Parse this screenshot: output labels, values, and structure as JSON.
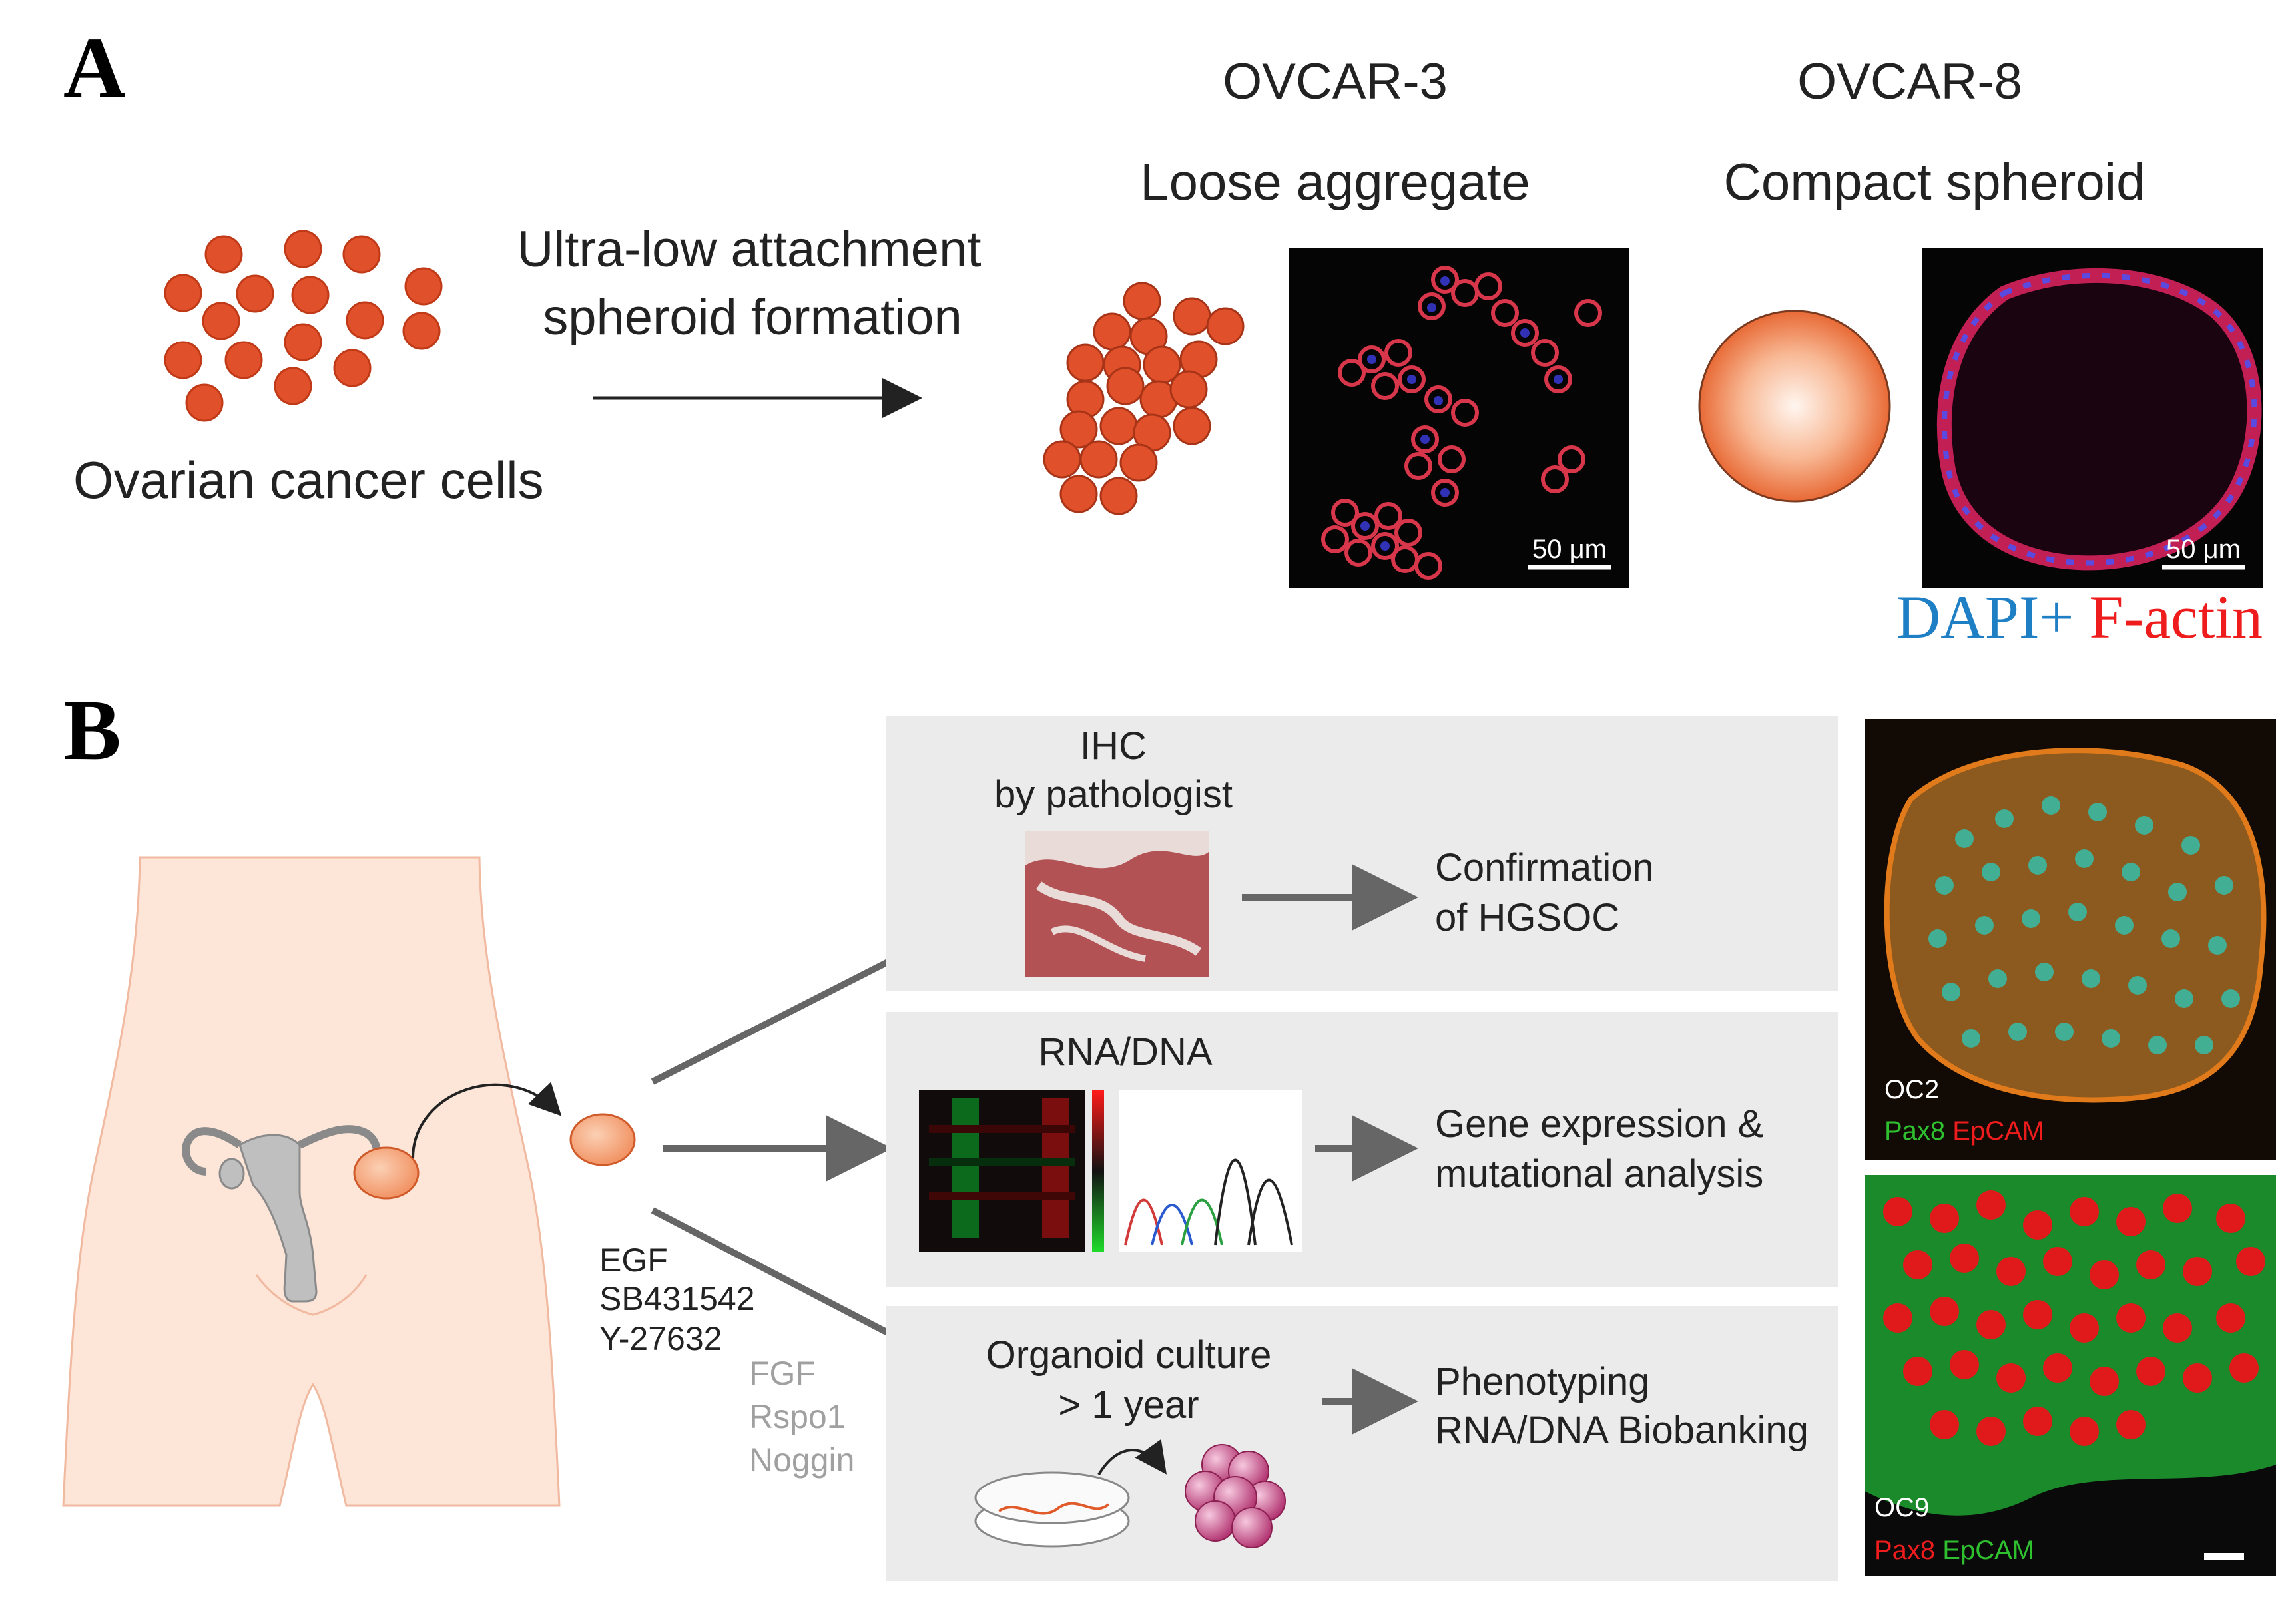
{
  "panel_a": {
    "letter": "A",
    "cells_label": "Ovarian cancer cells",
    "process_line1": "Ultra-low attachment",
    "process_line2": "spheroid formation",
    "ovcar3": {
      "name": "OVCAR-3",
      "morphology": "Loose aggregate",
      "scale_bar": "50 μm"
    },
    "ovcar8": {
      "name": "OVCAR-8",
      "morphology": "Compact spheroid",
      "scale_bar": "50 μm"
    },
    "stain_dapi": "DAPI+",
    "stain_factin": "F-actin",
    "colors": {
      "cell": "#e0502a",
      "dapi": "#1f7fc4",
      "factin": "#ee1c1c"
    }
  },
  "panel_b": {
    "letter": "B",
    "factors_black": [
      "EGF",
      "SB431542",
      "Y-27632"
    ],
    "factors_grey": [
      "FGF",
      "Rspo1",
      "Noggin"
    ],
    "box1": {
      "title_line1": "IHC",
      "title_line2": "by pathologist",
      "result_line1": "Confirmation",
      "result_line2": "of HGSOC"
    },
    "box2": {
      "title": "RNA/DNA",
      "result_line1": "Gene expression &",
      "result_line2": "mutational analysis"
    },
    "box3": {
      "title_line1": "Organoid culture",
      "title_line2": "> 1 year",
      "result_line1": "Phenotyping",
      "result_line2": "RNA/DNA Biobanking"
    },
    "micro1": {
      "sample": "OC2",
      "marker1": "Pax8",
      "marker2": "EpCAM"
    },
    "micro2": {
      "sample": "OC9",
      "marker1": "Pax8",
      "marker2": "EpCAM"
    },
    "colors": {
      "box_bg": "#ebebeb",
      "arrow": "#666666",
      "body": "#fde5d8",
      "organoid": "#c0407e"
    }
  }
}
